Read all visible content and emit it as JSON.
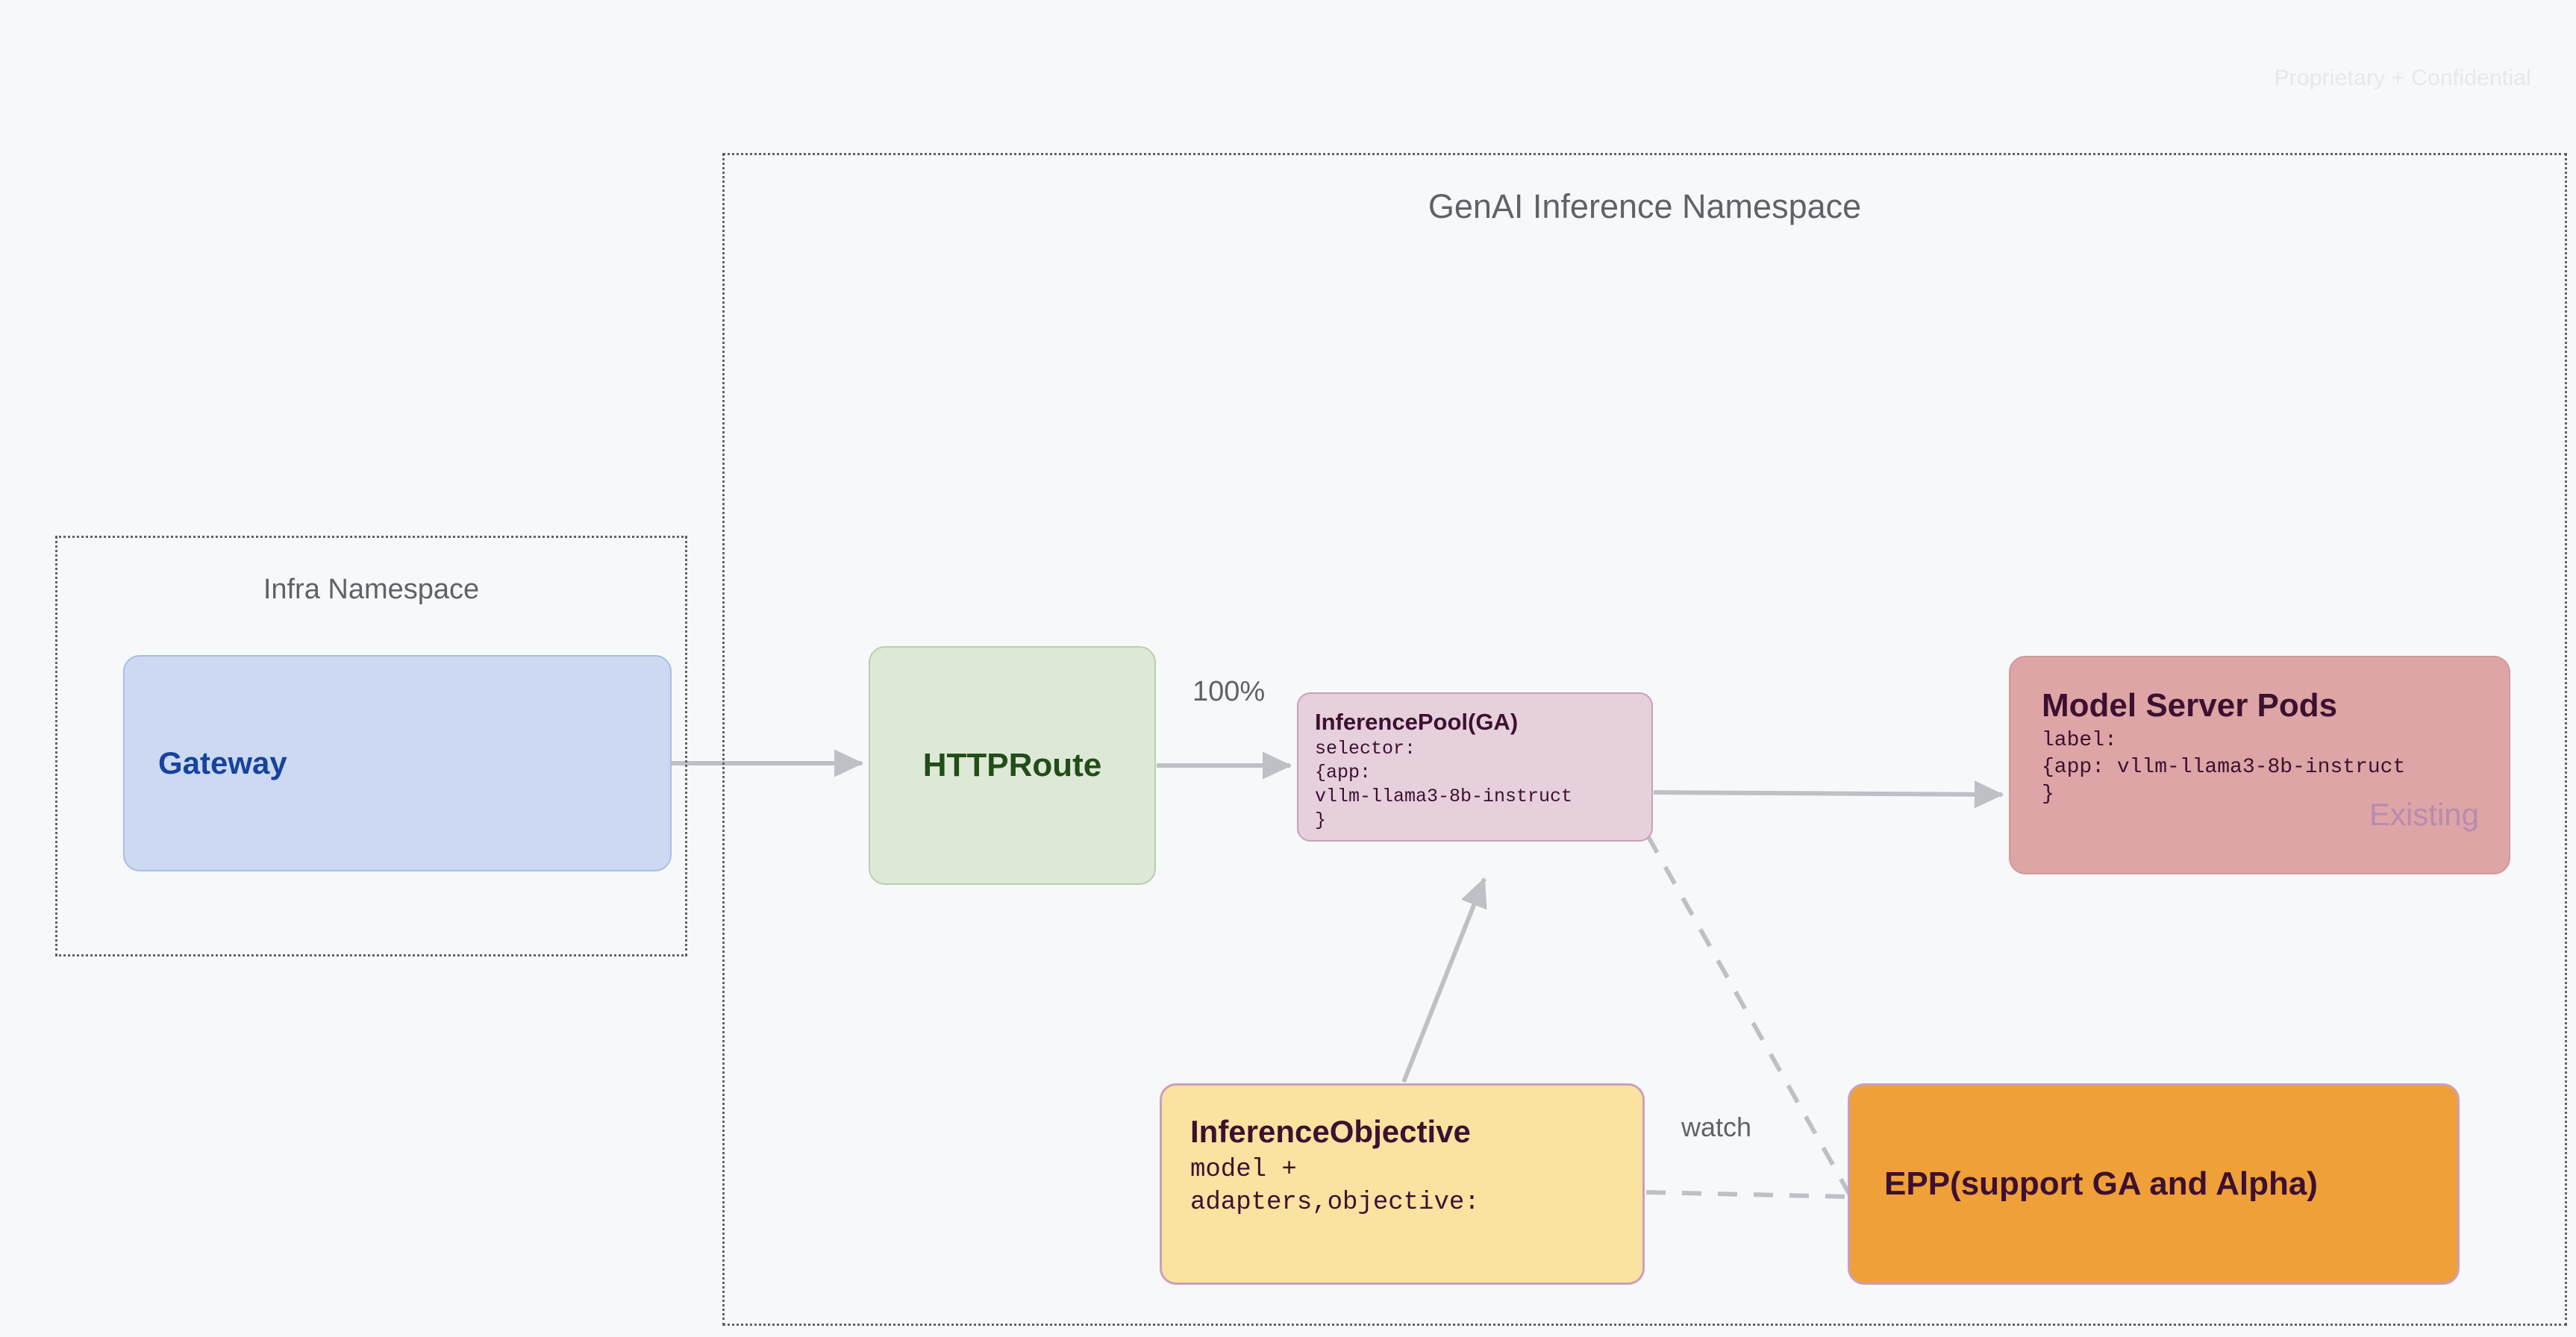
{
  "page": {
    "confidential_notice": "Proprietary + Confidential"
  },
  "namespaces": {
    "genai": {
      "title": "GenAI Inference Namespace"
    },
    "infra": {
      "title": "Infra Namespace"
    }
  },
  "nodes": {
    "gateway": {
      "title": "Gateway"
    },
    "httproute": {
      "title": "HTTPRoute"
    },
    "inference_pool": {
      "title": "InferencePool(GA)",
      "code": "selector:\n{app:\nvllm-llama3-8b-instruct\n}"
    },
    "model_server_pods": {
      "title": "Model Server Pods",
      "code": "label:\n{app: vllm-llama3-8b-instruct\n}",
      "badge": "Existing"
    },
    "inference_objective": {
      "title": "InferenceObjective",
      "code": "model +\nadapters,objective:"
    },
    "epp": {
      "title": "EPP(support GA and Alpha)"
    }
  },
  "edges": {
    "gateway_to_httproute": {
      "label": ""
    },
    "httproute_to_pool": {
      "label": "100%"
    },
    "pool_to_pods": {
      "label": ""
    },
    "objective_to_pool": {
      "label": ""
    },
    "pool_to_epp": {
      "label": "watch"
    },
    "objective_to_epp": {
      "label": ""
    }
  },
  "colors": {
    "background": "#f7f8fa",
    "namespace_border": "#5f6368",
    "gateway_fill": "#cdd9f3",
    "gateway_text": "#16449c",
    "httproute_fill": "#dee8d7",
    "httproute_text": "#214d17",
    "inference_pool_fill": "#e5d0dc",
    "model_server_pods_fill": "#dda5a5",
    "inference_objective_fill": "#fae3a0",
    "epp_fill": "#f0a038",
    "dark_text": "#3d1030",
    "badge_text": "#b98bb0",
    "connector": "#bdc1c6"
  }
}
